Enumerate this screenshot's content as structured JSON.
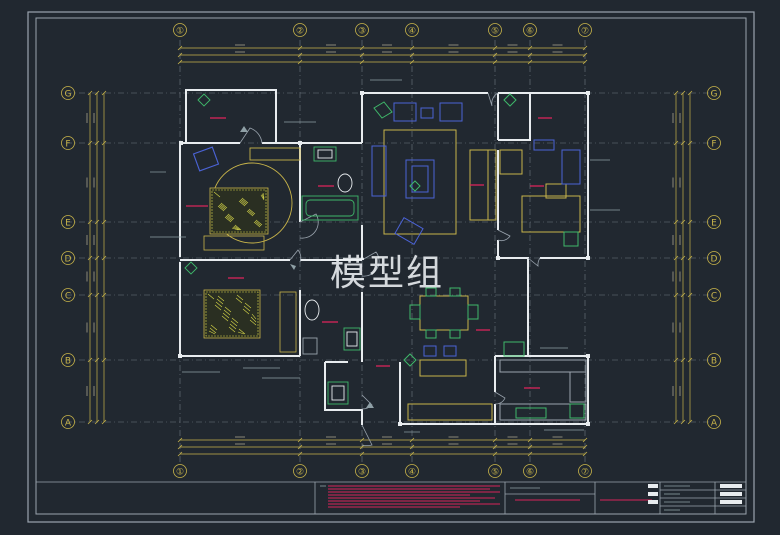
{
  "watermark": "模型组",
  "grid_columns": [
    "①",
    "②",
    "③",
    "④",
    "⑤",
    "⑥",
    "⑦"
  ],
  "grid_rows": [
    "G",
    "F",
    "E",
    "D",
    "C",
    "B",
    "A"
  ],
  "colors": {
    "background": "#212830",
    "frame": "#9aa4ae",
    "wall": "#e8ecef",
    "dimension": "#c8b44a",
    "furniture_blue": "#4b63d6",
    "furniture_green": "#3fb86a",
    "furniture_yellow": "#d8d84a",
    "room_label": "#d8245a",
    "grid": "#6f7780",
    "annotation": "#8fa0a6"
  }
}
